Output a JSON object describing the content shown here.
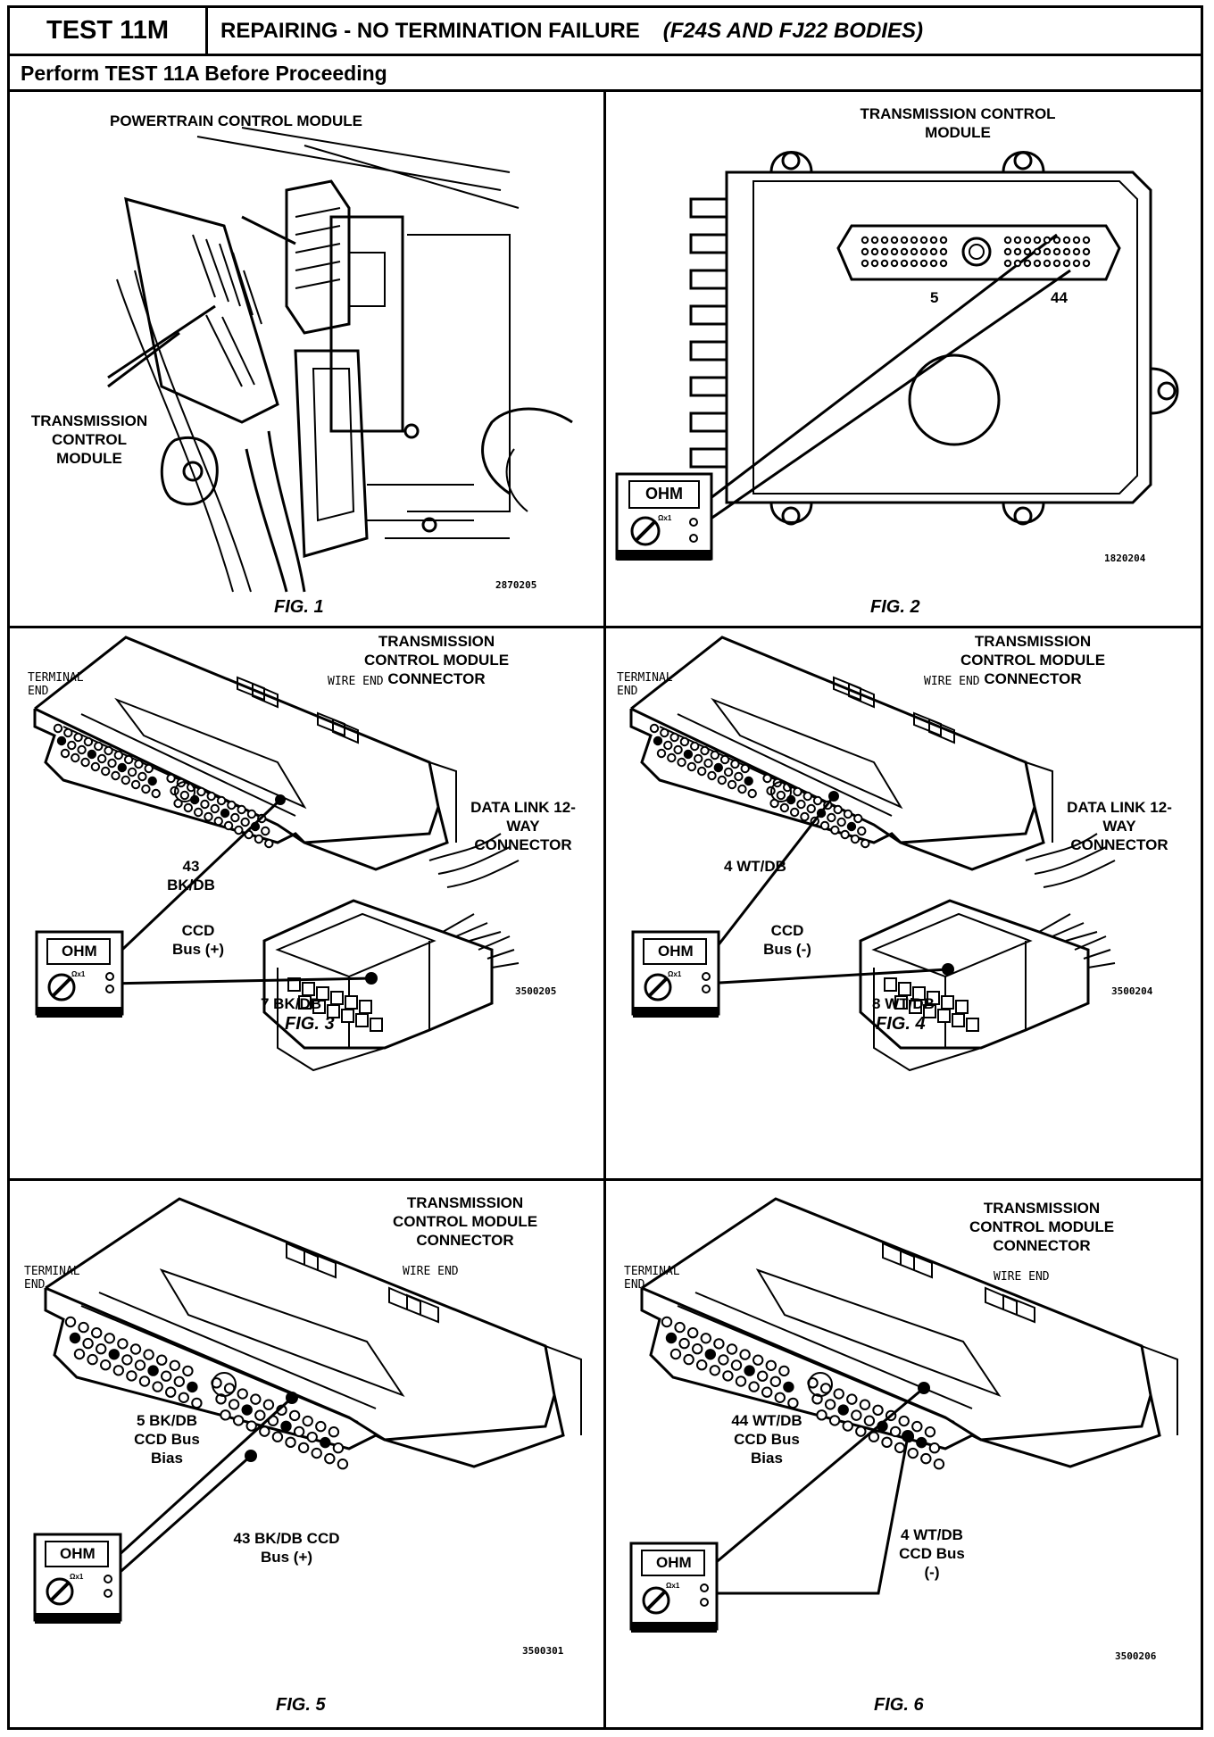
{
  "header": {
    "test_id": "TEST 11M",
    "title": "REPAIRING - NO TERMINATION FAILURE",
    "bodies": "(F24S AND FJ22 BODIES)"
  },
  "subheader": "Perform TEST 11A Before Proceeding",
  "meter": {
    "display": "OHM",
    "scale": "Ωx1"
  },
  "figures": [
    {
      "id": "fig1",
      "caption": "FIG. 1",
      "code": "2870205",
      "labels": {
        "pcm": "POWERTRAIN CONTROL MODULE",
        "tcm": "TRANSMISSION CONTROL MODULE"
      }
    },
    {
      "id": "fig2",
      "caption": "FIG. 2",
      "code": "1820204",
      "labels": {
        "title": "TRANSMISSION CONTROL MODULE",
        "pin_a": "5",
        "pin_b": "44"
      }
    },
    {
      "id": "fig3",
      "caption": "FIG. 3",
      "code": "3500205",
      "labels": {
        "connector": "TRANSMISSION CONTROL MODULE CONNECTOR",
        "terminal_end": "TERMINAL END",
        "wire_end": "WIRE END",
        "data_link": "DATA LINK 12-WAY CONNECTOR",
        "pin_top": "43 BK/DB",
        "pin_bottom": "7 BK/DB",
        "bus": "CCD Bus (+)"
      }
    },
    {
      "id": "fig4",
      "caption": "FIG. 4",
      "code": "3500204",
      "labels": {
        "connector": "TRANSMISSION CONTROL MODULE CONNECTOR",
        "terminal_end": "TERMINAL END",
        "wire_end": "WIRE END",
        "data_link": "DATA LINK 12-WAY CONNECTOR",
        "pin_top": "4 WT/DB",
        "pin_bottom": "8 WT/DB",
        "bus": "CCD Bus (-)"
      }
    },
    {
      "id": "fig5",
      "caption": "FIG. 5",
      "code": "3500301",
      "labels": {
        "connector": "TRANSMISSION CONTROL MODULE CONNECTOR",
        "terminal_end": "TERMINAL END",
        "wire_end": "WIRE END",
        "pin_a": "5 BK/DB CCD Bus Bias",
        "pin_b": "43 BK/DB CCD Bus (+)"
      }
    },
    {
      "id": "fig6",
      "caption": "FIG. 6",
      "code": "3500206",
      "labels": {
        "connector": "TRANSMISSION CONTROL MODULE CONNECTOR",
        "terminal_end": "TERMINAL END",
        "wire_end": "WIRE END",
        "pin_a": "44 WT/DB CCD Bus Bias",
        "pin_b": "4 WT/DB CCD Bus (-)"
      }
    }
  ]
}
